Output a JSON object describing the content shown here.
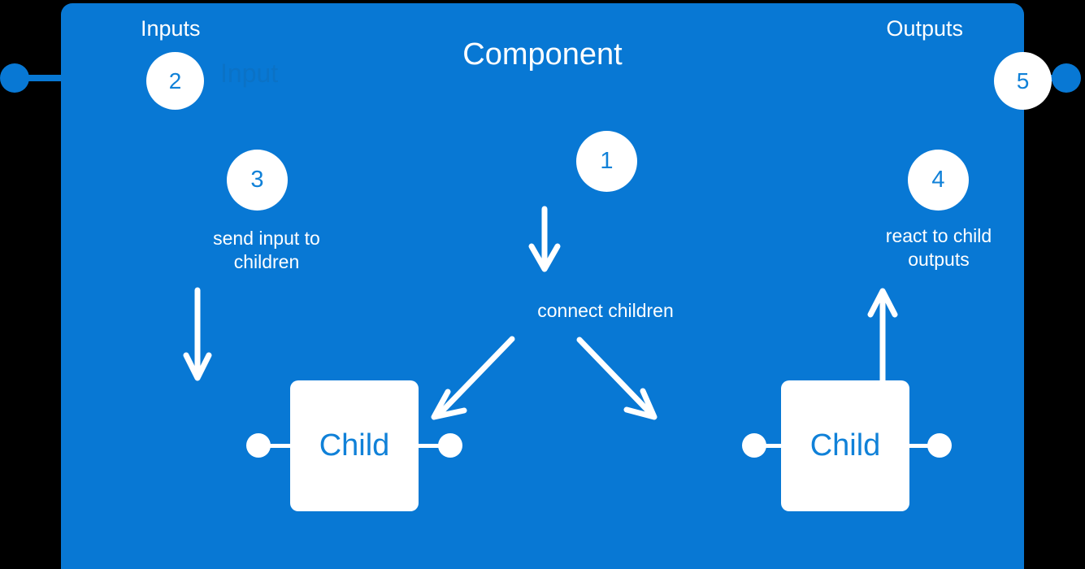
{
  "diagram": {
    "title": "Component",
    "background_color": "#000000",
    "panel_color": "#0878d4",
    "accent_color": "#1081d8",
    "text_color": "#ffffff",
    "ghost_text": "Input",
    "labels": {
      "inputs": "Inputs",
      "outputs": "Outputs"
    },
    "steps": [
      {
        "number": "1",
        "caption": "connect children"
      },
      {
        "number": "2",
        "caption": ""
      },
      {
        "number": "3",
        "caption": "send input to\nchildren"
      },
      {
        "number": "4",
        "caption": "react to child\noutputs"
      },
      {
        "number": "5",
        "caption": ""
      }
    ],
    "children": [
      {
        "label": "Child"
      },
      {
        "label": "Child"
      }
    ]
  }
}
